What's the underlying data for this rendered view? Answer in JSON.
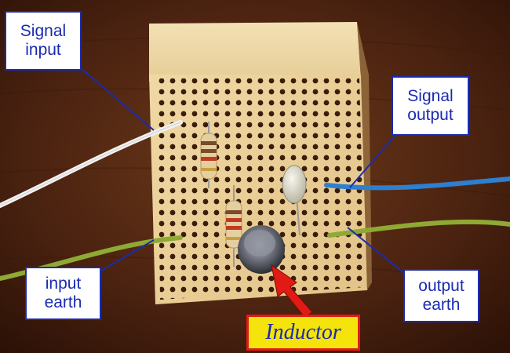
{
  "labels": {
    "signal_input": [
      "Signal",
      "input"
    ],
    "signal_output": [
      "Signal",
      "output"
    ],
    "input_earth": [
      "input",
      "earth"
    ],
    "output_earth": [
      "output",
      "earth"
    ],
    "inductor": "Inductor"
  },
  "colors": {
    "callout_border": "#1b2bb0",
    "callout_text": "#1b2bb0",
    "inductor_fill": "#f4e40c",
    "inductor_border": "#e01a14",
    "arrow": "#e01a14",
    "board": "#e9d3a0",
    "wire_white": "#f2f2f2",
    "wire_green": "#8eaa34",
    "wire_blue": "#2d7fd0"
  }
}
